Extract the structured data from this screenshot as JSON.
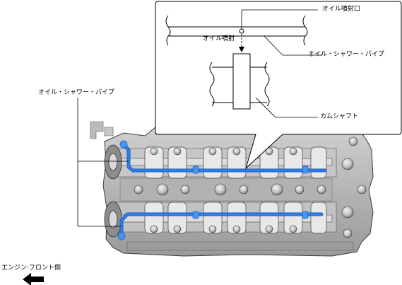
{
  "labels": {
    "oil_outlet": "オイル噴射口",
    "oil_spray": "オイル噴射",
    "oil_shower_pipe_detail": "オイル・シャワー・パイプ",
    "camshaft": "カムシャフト",
    "oil_shower_pipe_main": "オイル・シャワー・パイプ",
    "engine_front": "エンジン·フロント側"
  },
  "colors": {
    "pipe": "#2f80e8",
    "pipe_dark": "#1a5fc0",
    "engine_dark": "#5c5c5c",
    "engine_mid": "#a9a9a9",
    "engine_light": "#e4e4e4",
    "line": "#000000"
  },
  "icons": {
    "direction_arrow": "arrow-left-icon"
  }
}
